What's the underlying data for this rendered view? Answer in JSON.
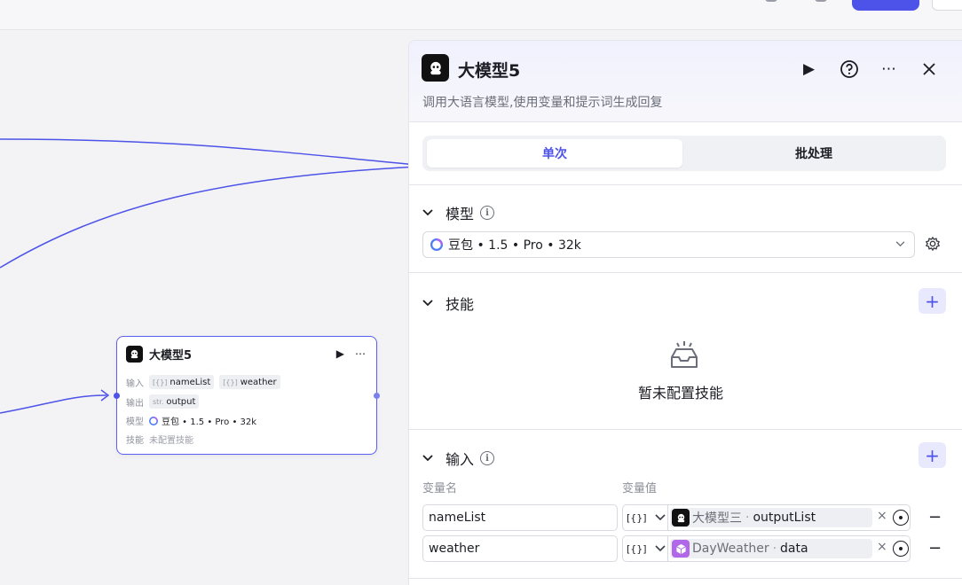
{
  "node": {
    "title": "大模型5",
    "input_label": "输入",
    "output_label": "输出",
    "model_label": "模型",
    "skill_label": "技能",
    "inputs": [
      {
        "type_icon": "[{}]",
        "name": "nameList"
      },
      {
        "type_icon": "[{}]",
        "name": "weather"
      }
    ],
    "output": {
      "type_icon": "str.",
      "name": "output"
    },
    "model_value": "豆包 • 1.5 • Pro • 32k",
    "skill_value": "未配置技能"
  },
  "panel": {
    "title": "大模型5",
    "description": "调用大语言模型,使用变量和提示词生成回复",
    "modes": [
      "单次",
      "批处理"
    ],
    "model_section": {
      "title": "模型",
      "selected": "豆包 • 1.5 • Pro • 32k"
    },
    "skill_section": {
      "title": "技能",
      "empty_text": "暂未配置技能"
    },
    "input_section": {
      "title": "输入",
      "col_name": "变量名",
      "col_value": "变量值",
      "rows": [
        {
          "name": "nameList",
          "type": "[{}]",
          "source": "大模型三",
          "variable": "outputList",
          "source_color": "#111111"
        },
        {
          "name": "weather",
          "type": "[{}]",
          "source": "DayWeather",
          "variable": "data",
          "source_color": "#b068e8"
        }
      ]
    }
  },
  "colors": {
    "accent": "#4d53e8",
    "edge": "#4d53e8"
  }
}
